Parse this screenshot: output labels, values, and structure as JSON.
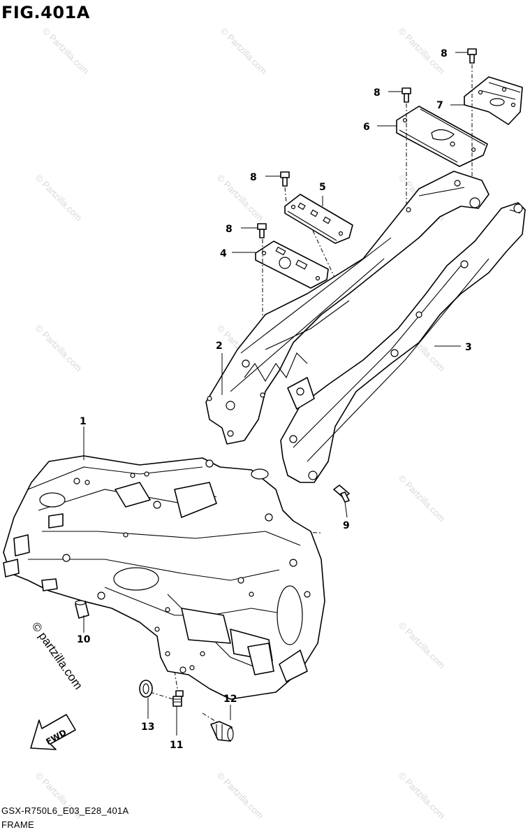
{
  "figure": {
    "title": "FIG.401A",
    "code": "GSX-R750L6_E03_E28_401A",
    "caption": "FRAME"
  },
  "watermark": {
    "text": "© Partzilla.com",
    "main_text": "© partzilla.com"
  },
  "direction_arrow": {
    "label": "FWD"
  },
  "callouts": [
    {
      "id": "1",
      "label": "1"
    },
    {
      "id": "2",
      "label": "2"
    },
    {
      "id": "3",
      "label": "3"
    },
    {
      "id": "4",
      "label": "4"
    },
    {
      "id": "5",
      "label": "5"
    },
    {
      "id": "6",
      "label": "6"
    },
    {
      "id": "7",
      "label": "7"
    },
    {
      "id": "8a",
      "label": "8"
    },
    {
      "id": "8b",
      "label": "8"
    },
    {
      "id": "8c",
      "label": "8"
    },
    {
      "id": "8d",
      "label": "8"
    },
    {
      "id": "9",
      "label": "9"
    },
    {
      "id": "10",
      "label": "10"
    },
    {
      "id": "11",
      "label": "11"
    },
    {
      "id": "12",
      "label": "12"
    },
    {
      "id": "13",
      "label": "13"
    }
  ]
}
